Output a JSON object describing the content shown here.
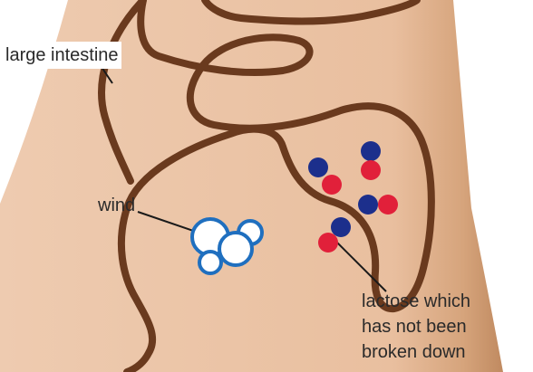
{
  "labels": {
    "large_intestine": "large intestine",
    "wind": "wind",
    "lactose_lines": [
      "lactose which",
      "has not been",
      "broken down"
    ]
  },
  "colors": {
    "abdomen_skin": "#eecbb0",
    "abdomen_shadow": "#c9946a",
    "intestine": "#6a3a1e",
    "molecule_blue": "#1c2f8c",
    "molecule_red": "#e1203a",
    "bubble_fill": "#ffffff",
    "bubble_outline": "#1f6fbf",
    "leader_line": "#1a1a1a"
  },
  "icons": [
    "gas-bubble-icon",
    "lactose-molecule-icon"
  ]
}
